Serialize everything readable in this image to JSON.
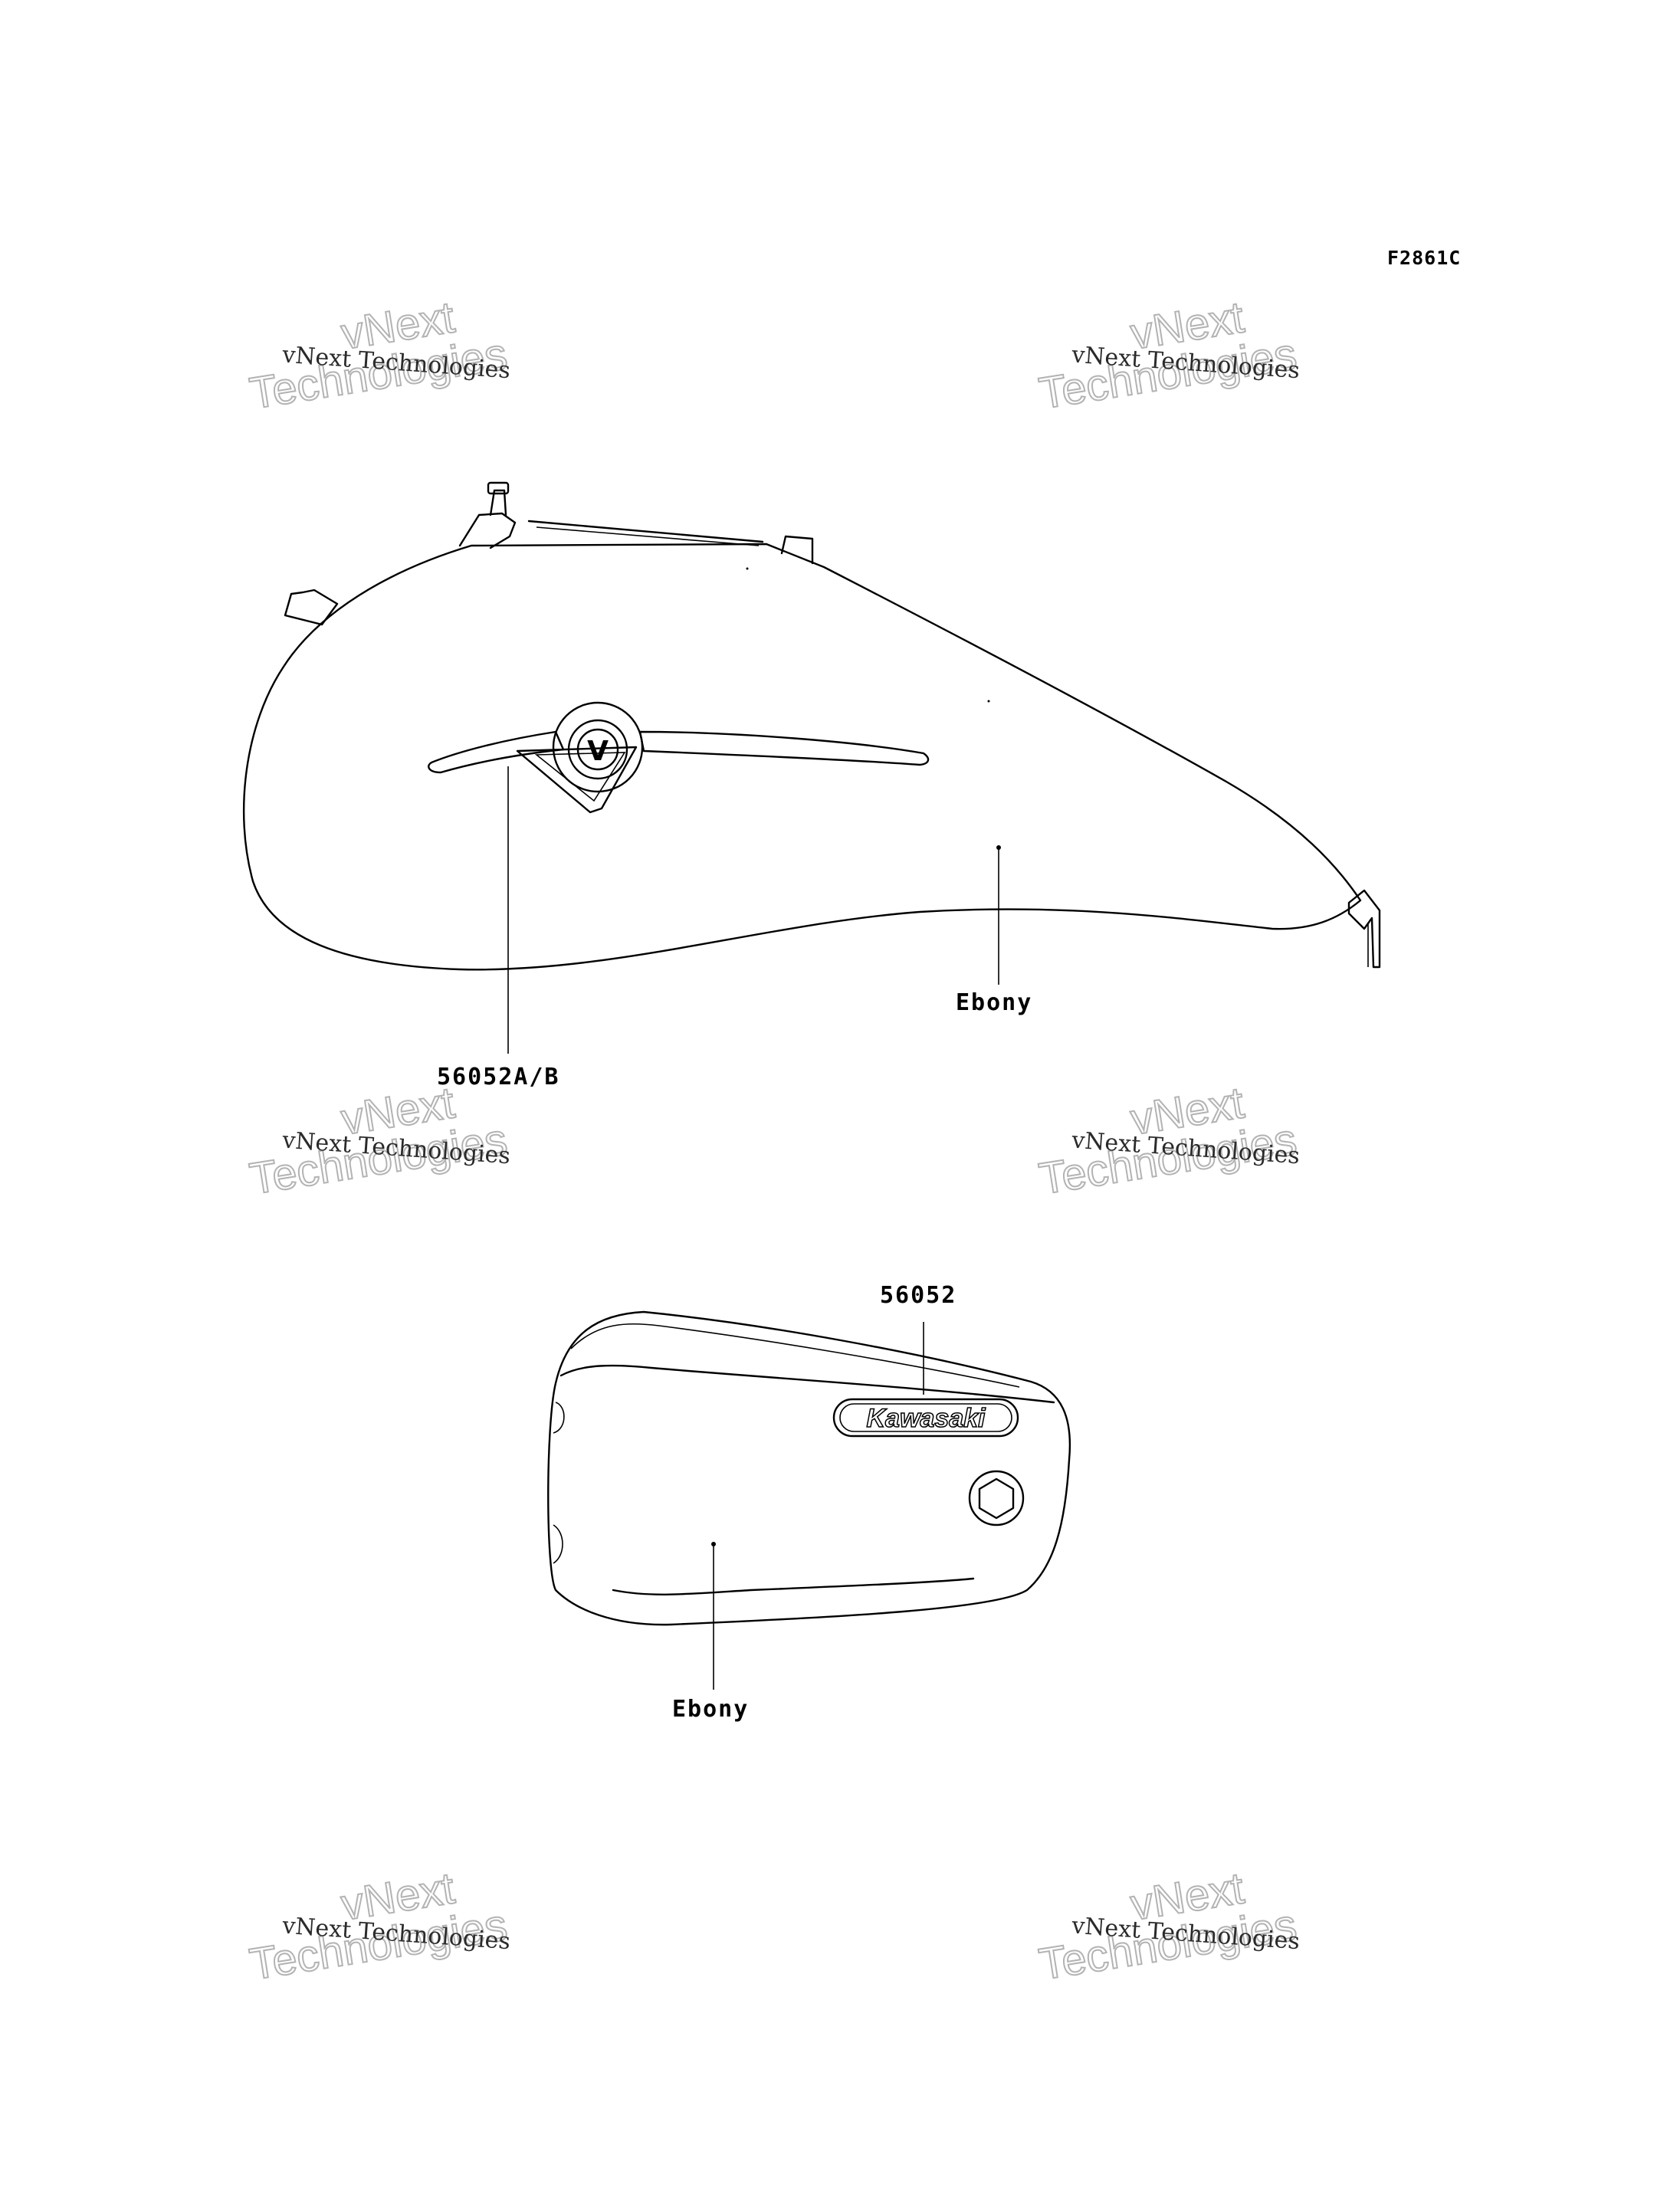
{
  "figure_code": "F2861C",
  "watermark": {
    "small_text": "vNext Technologies",
    "big_line1": "vNext",
    "big_line2": "Technologies"
  },
  "fuel_tank": {
    "part_label": "56052A/B",
    "color_label": "Ebony",
    "emblem_letter": "V"
  },
  "side_cover": {
    "part_label": "56052",
    "color_label": "Ebony",
    "logo_text": "Kawasaki"
  }
}
